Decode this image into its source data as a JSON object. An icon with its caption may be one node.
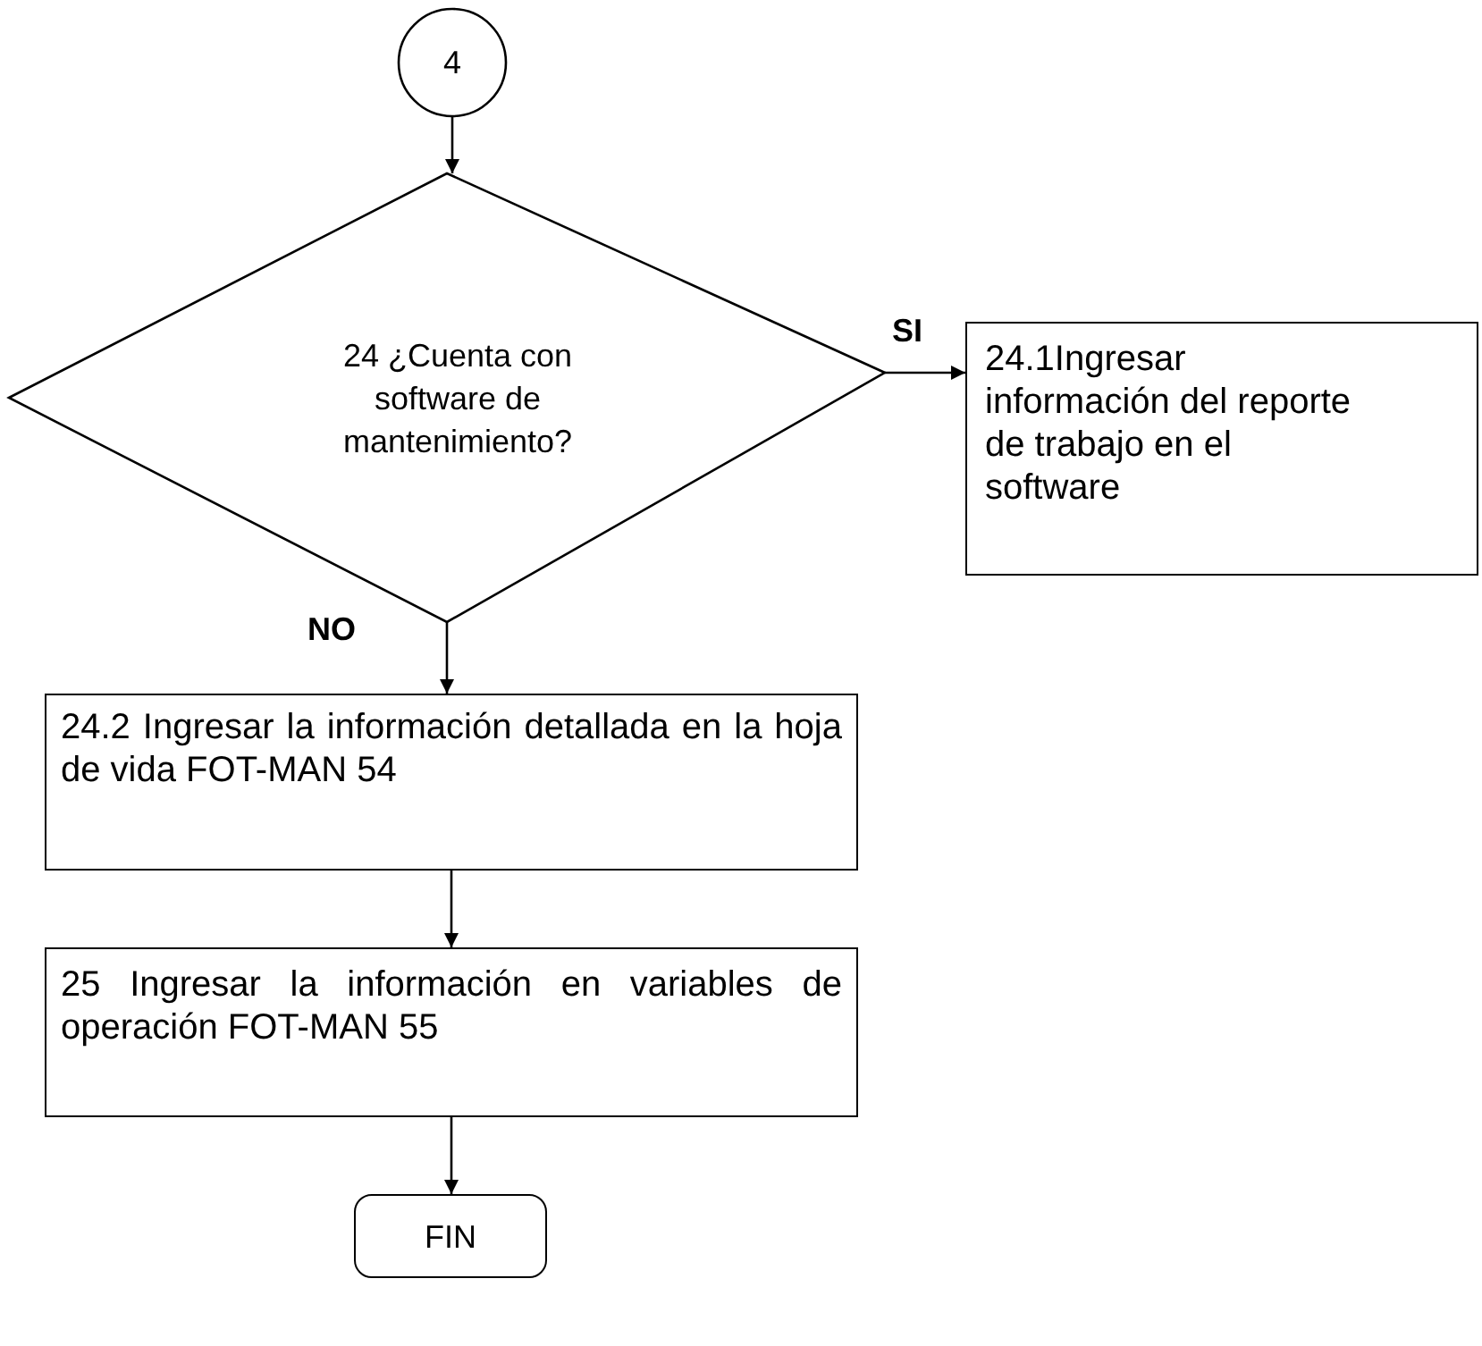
{
  "diagram": {
    "nodes": [
      {
        "text": [
          "4"
        ]
      },
      {
        "text": [
          "24 ¿Cuenta con software de mantenimiento?"
        ]
      },
      {
        "text": [
          "24.1Ingresar información del reporte de trabajo en el software"
        ]
      },
      {
        "text": [
          "24.2 Ingresar la información detallada en la hoja de vida FOT-MAN 54"
        ]
      },
      {
        "text": [
          "25 Ingresar la información en variables de operación FOT-MAN 55"
        ]
      },
      {
        "text": [
          "FIN"
        ]
      }
    ],
    "edges": [
      {
        "from": 0,
        "to": 1,
        "arrow": "to"
      },
      {
        "from": 1,
        "to": 2,
        "arrow": "to",
        "label": "SI"
      },
      {
        "from": 1,
        "to": 3,
        "arrow": "to",
        "label": "NO"
      },
      {
        "from": 3,
        "to": 4,
        "arrow": "to"
      },
      {
        "from": 4,
        "to": 5,
        "arrow": "to"
      }
    ]
  }
}
